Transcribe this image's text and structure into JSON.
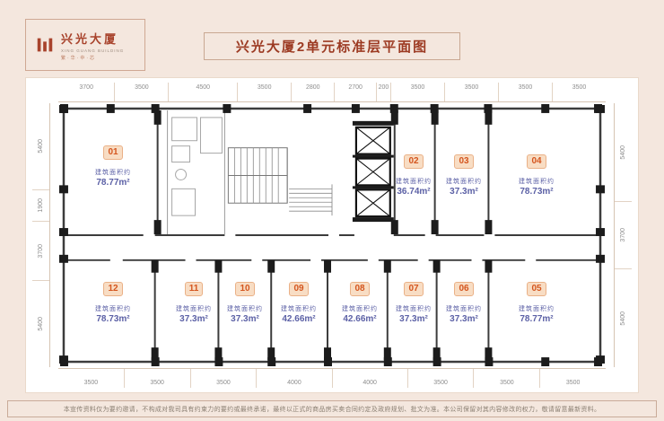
{
  "theme": {
    "bg": "#f4e7de",
    "accent_red": "#9c3a22",
    "border_tan": "#c9a892",
    "badge_orange": "#d4551e",
    "area_blue": "#5c61a6",
    "wall_dark": "#3c3c3c"
  },
  "header": {
    "logo": {
      "name": "兴光大厦",
      "name_en": "XING GUANG BUILDING",
      "tagline": "繁·华·中·芯"
    },
    "title": "兴光大厦2单元标准层平面图"
  },
  "floorplan": {
    "area_label": "建筑面积约",
    "dims_top": [
      "3700",
      "3500",
      "4500",
      "3500",
      "2800",
      "2700",
      "200",
      "3500",
      "3500",
      "3500",
      "3500"
    ],
    "dims_bottom": [
      "3500",
      "3500",
      "3500",
      "4000",
      "4000",
      "3500",
      "3500",
      "3500"
    ],
    "dims_left": [
      "5400",
      "1900",
      "3700",
      "5400"
    ],
    "dims_right": [
      "5400",
      "3700",
      "5400"
    ],
    "units_top": [
      {
        "no": "01",
        "area": "78.77m²"
      },
      {
        "no": "02",
        "area": "36.74m²"
      },
      {
        "no": "03",
        "area": "37.3m²"
      },
      {
        "no": "04",
        "area": "78.73m²"
      }
    ],
    "units_bottom": [
      {
        "no": "12",
        "area": "78.73m²"
      },
      {
        "no": "11",
        "area": "37.3m²"
      },
      {
        "no": "10",
        "area": "37.3m²"
      },
      {
        "no": "09",
        "area": "42.66m²"
      },
      {
        "no": "08",
        "area": "42.66m²"
      },
      {
        "no": "07",
        "area": "37.3m²"
      },
      {
        "no": "06",
        "area": "37.3m²"
      },
      {
        "no": "05",
        "area": "78.77m²"
      }
    ]
  },
  "footer": {
    "disclaimer": "本宣传资料仅为要约邀请，不构成对我司具有约束力的要约或最终承诺，最终以正式的商品房买卖合同约定及政府规划、批文为准。本公司保留对其内容修改的权力，敬请留意最新资料。"
  }
}
